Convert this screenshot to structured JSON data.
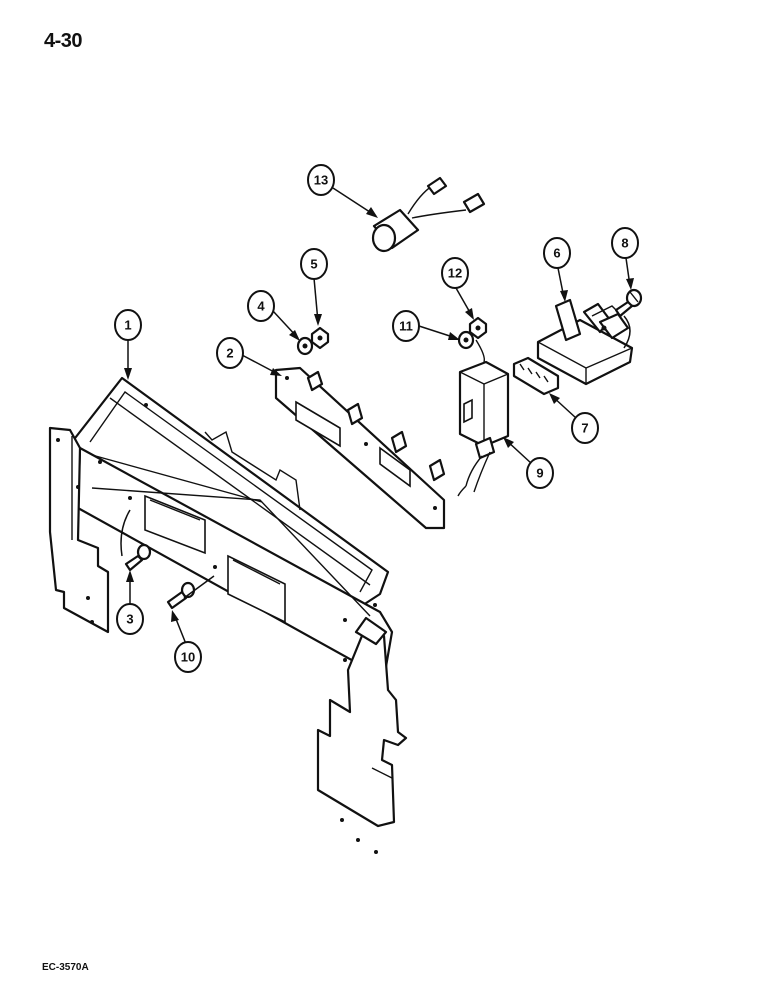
{
  "page": {
    "number": "4-30",
    "figure_code": "EC-3570A"
  },
  "callouts": [
    {
      "id": "1",
      "label": "1"
    },
    {
      "id": "2",
      "label": "2"
    },
    {
      "id": "3",
      "label": "3"
    },
    {
      "id": "4",
      "label": "4"
    },
    {
      "id": "5",
      "label": "5"
    },
    {
      "id": "6",
      "label": "6"
    },
    {
      "id": "7",
      "label": "7"
    },
    {
      "id": "8",
      "label": "8"
    },
    {
      "id": "9",
      "label": "9"
    },
    {
      "id": "10",
      "label": "10"
    },
    {
      "id": "11",
      "label": "11"
    },
    {
      "id": "12",
      "label": "12"
    },
    {
      "id": "13",
      "label": "13"
    }
  ]
}
